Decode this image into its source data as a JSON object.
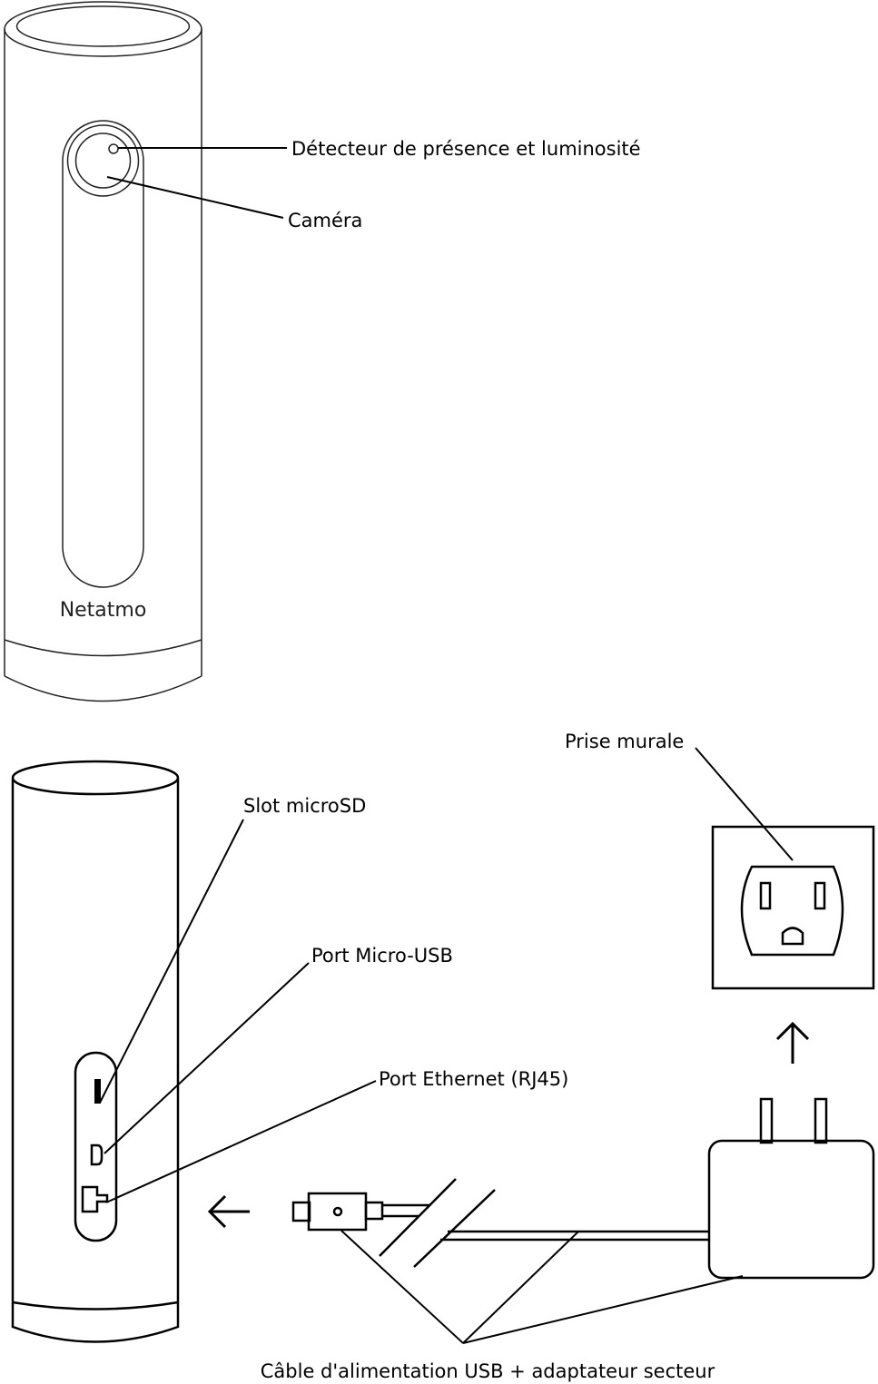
{
  "front_view": {
    "brand_logo": "Netatmo",
    "labels": {
      "sensor": "Détecteur de présence et luminosité",
      "camera": "Caméra"
    }
  },
  "side_view": {
    "labels": {
      "microsd": "Slot microSD",
      "micro_usb": "Port Micro-USB",
      "ethernet": "Port Ethernet (RJ45)",
      "wall_outlet": "Prise murale",
      "power_cable": "Câble d'alimentation USB + adaptateur secteur"
    }
  },
  "icons": [
    "arrow-left-icon",
    "arrow-up-icon",
    "wall-outlet-icon",
    "usb-plug-icon",
    "power-adapter-icon",
    "microsd-slot-icon",
    "micro-usb-port-icon",
    "rj45-port-icon"
  ],
  "colors": {
    "line": "#000000",
    "background": "#ffffff"
  }
}
